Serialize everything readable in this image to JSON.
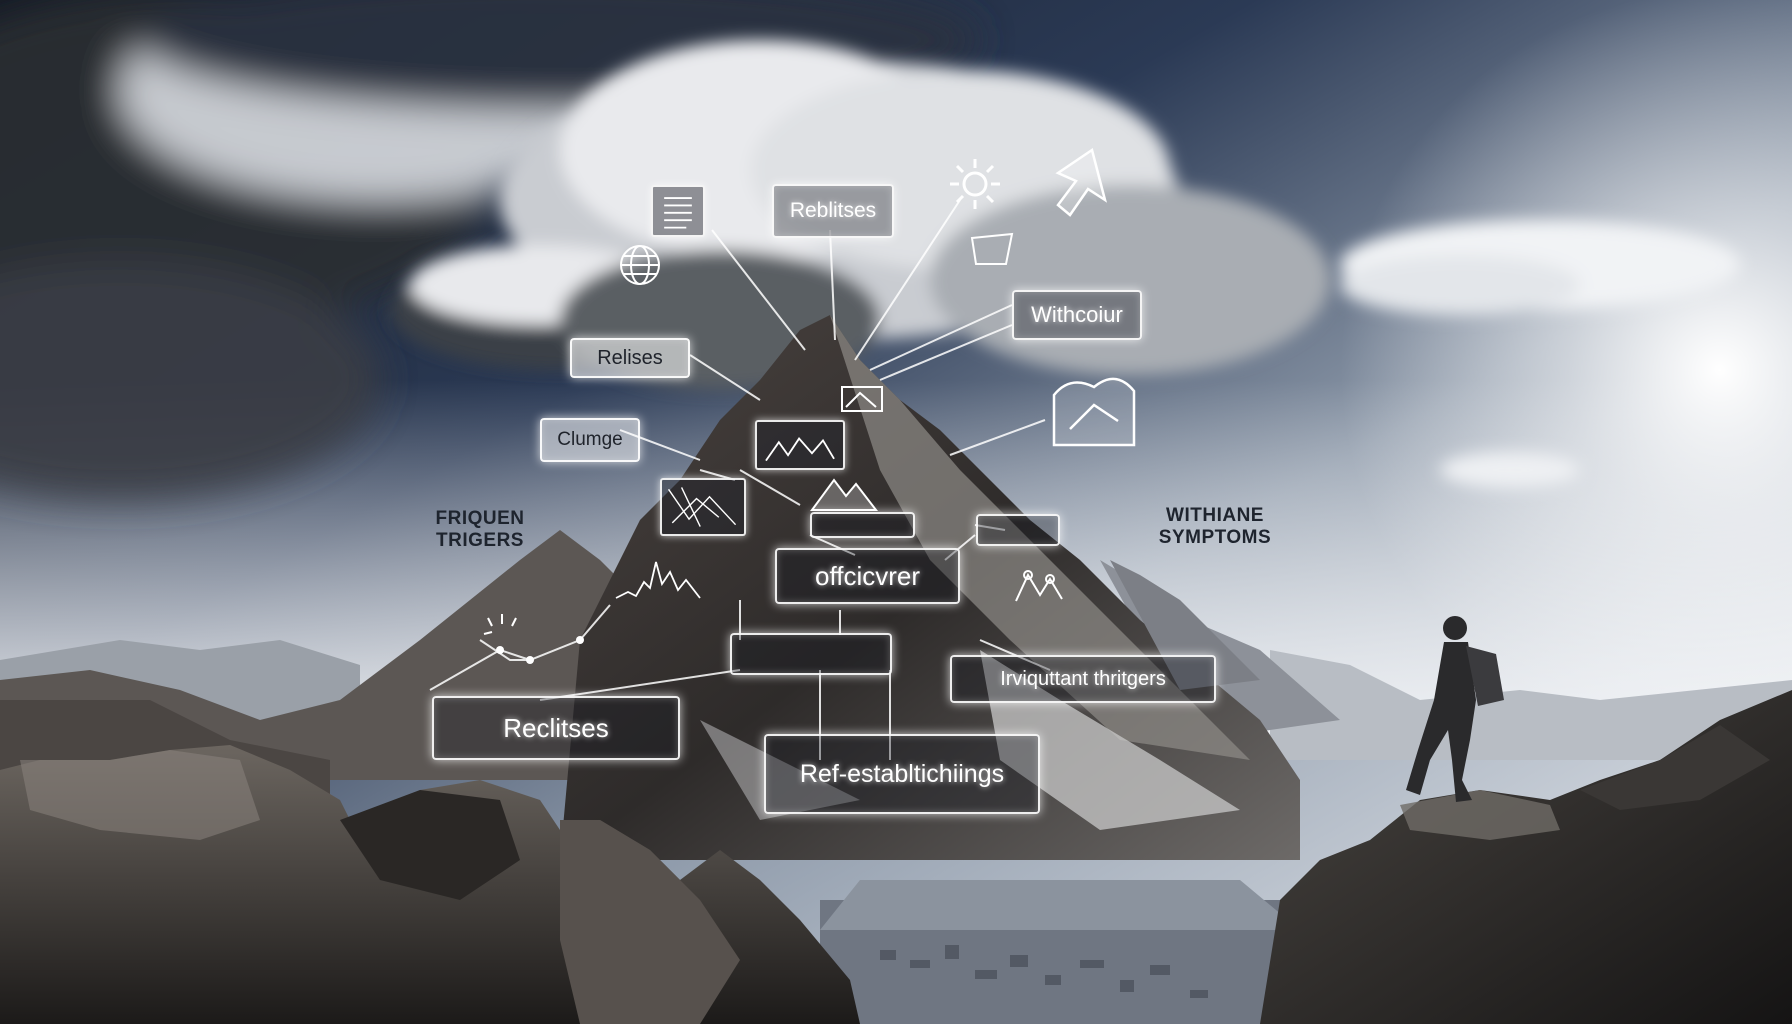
{
  "diagram": {
    "labels": {
      "top_center": "Reblitses",
      "top_right": "Withcoiur",
      "upper_left": "Relises",
      "mid_left": "Clumge",
      "center": "offcicvrer",
      "lower_right": "Irviquttant thritgers",
      "lower_left": "Reclitses",
      "bottom_center": "Ref-establtichiings"
    },
    "side_labels": {
      "left_line1": "FRIQUEN",
      "left_line2": "TRIGERS",
      "right_line1": "WITHIANE",
      "right_line2": "SYMPTOMS"
    }
  },
  "icons": {
    "document": "document-icon",
    "globe": "globe-icon",
    "gear": "gear-icon",
    "arrow": "arrow-cursor-icon",
    "cloud": "cloud-icon",
    "chart": "line-chart-icon",
    "mountain": "mountain-icon",
    "map": "map-icon"
  },
  "colors": {
    "sky_dark": "#1f2a3d",
    "sky_light": "#e9edf2",
    "glow": "#ffffff",
    "rock": "#3a3633"
  }
}
